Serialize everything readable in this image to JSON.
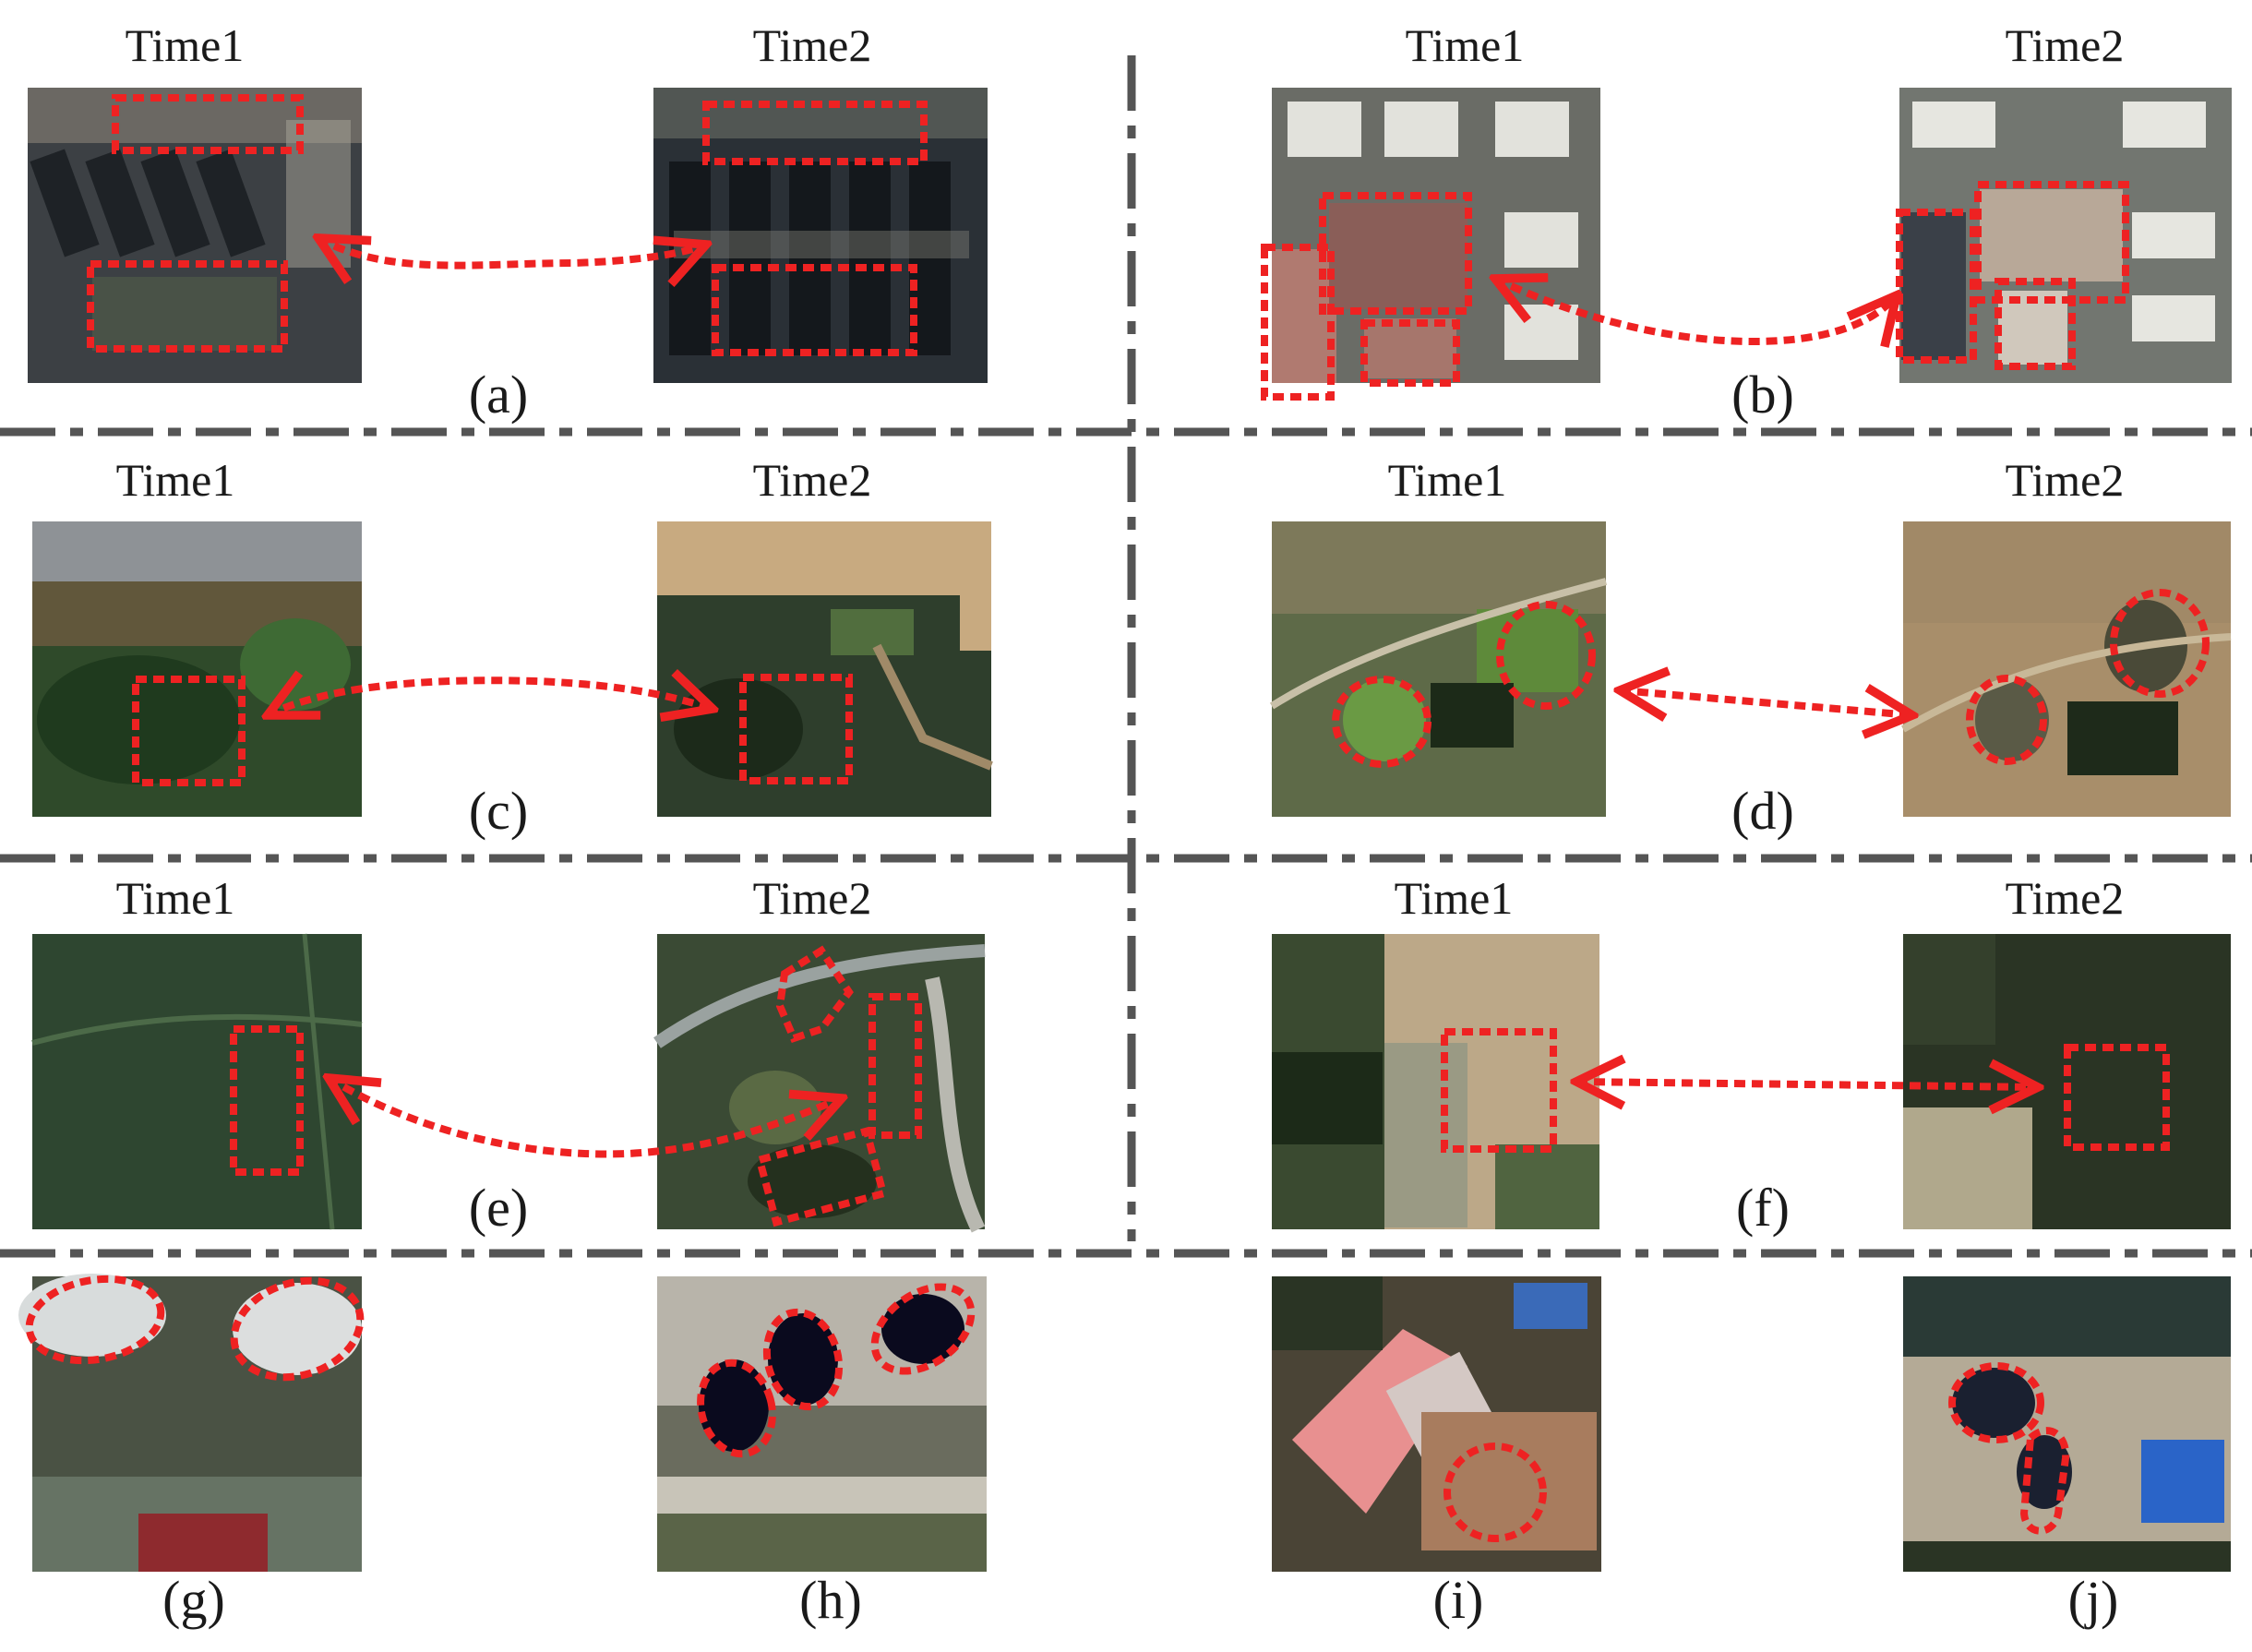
{
  "figure": {
    "time1_label": "Time1",
    "time2_label": "Time2",
    "panels": [
      {
        "id": "a",
        "label": "(a)",
        "has_time_labels": true,
        "arrow": true
      },
      {
        "id": "b",
        "label": "(b)",
        "has_time_labels": true,
        "arrow": true
      },
      {
        "id": "c",
        "label": "(c)",
        "has_time_labels": true,
        "arrow": true
      },
      {
        "id": "d",
        "label": "(d)",
        "has_time_labels": true,
        "arrow": true
      },
      {
        "id": "e",
        "label": "(e)",
        "has_time_labels": true,
        "arrow": true
      },
      {
        "id": "f",
        "label": "(f)",
        "has_time_labels": true,
        "arrow": true
      },
      {
        "id": "g",
        "label": "(g)",
        "has_time_labels": false,
        "arrow": false
      },
      {
        "id": "h",
        "label": "(h)",
        "has_time_labels": false,
        "arrow": false
      },
      {
        "id": "i",
        "label": "(i)",
        "has_time_labels": false,
        "arrow": false
      },
      {
        "id": "j",
        "label": "(j)",
        "has_time_labels": false,
        "arrow": false
      }
    ],
    "colors": {
      "annotation": "#ee2222",
      "divider": "#555555",
      "urban": "#3c4044",
      "vegetation": "#2f4a2a",
      "bare_soil": "#9a8a66",
      "farmland": "#3a4a30"
    }
  }
}
